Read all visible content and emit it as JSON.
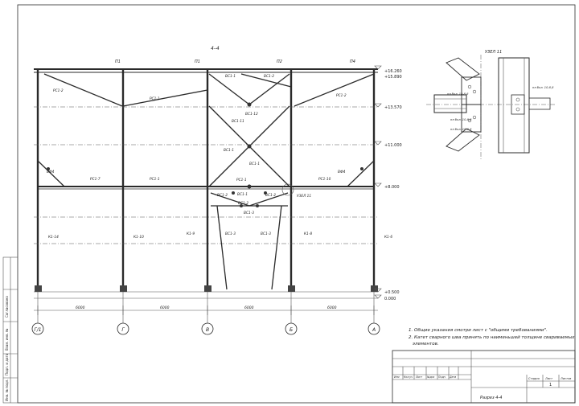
{
  "section_title": "4–4",
  "elevations": [
    "+16.260",
    "+15.890",
    "+13.570",
    "+11.000",
    "+8.000",
    "+0.500",
    "0.000"
  ],
  "top_markers": [
    "П1",
    "П1",
    "П2",
    "П4"
  ],
  "axes": [
    "Г/1",
    "Г",
    "В",
    "Б",
    "А"
  ],
  "spans": [
    "6000",
    "6000",
    "6000",
    "6000"
  ],
  "members": {
    "rs2_left": "РС1-2",
    "rs2_right": "РС1-2",
    "rs1_top_left": "РС1-1",
    "vs1_top": "ВС1-1",
    "vs2": "ВС1-2",
    "vs1_11": "ВС1-11",
    "vs1_12": "ВС1-12",
    "vs1_mid": "ВС1-1",
    "vs1_x": "ВС1-1",
    "rs7_left": "РС1-7",
    "rs1_mid_left": "РС1-1",
    "rs1_mid": "РС1-1",
    "rs10_right": "РС1-10",
    "vs_low": [
      "ВС1-2",
      "ВС1-1",
      "ВС1-2",
      "ВС1-2",
      "ВС1-3"
    ],
    "vs_diag": [
      "ВС1-3",
      "ВС1-3"
    ],
    "knot_left": "ВФ4",
    "knot_right": "ВФ4",
    "col_k1_14": "К1-14",
    "col_k1_10": "К1-10",
    "col_k1_9": "К1-9",
    "col_k1_8": "К1-8",
    "col_k1_6": "К1-6",
    "node_ref": "УЗЕЛ 11"
  },
  "detail": {
    "title": "УЗЕЛ 11",
    "plates": [
      "пл бол. 10-8,8",
      "пл бол. 10-8,8",
      "пл бол. 10-8,8",
      "пл бол. 10-8,8"
    ]
  },
  "notes": [
    "1. Общие указания смотри лист с \"общими требованиями\".",
    "2. Катет сварного шва принять по наименьшей толщине свариваемых",
    "элементов."
  ],
  "title_block": {
    "columns": [
      "Изм",
      "Кол.уч",
      "Лист",
      "№док",
      "Подп.",
      "Дата"
    ],
    "stage_headers": [
      "Стадия",
      "Лист",
      "Листов"
    ],
    "drawing_name": "Разрез 4-4",
    "sheet_num": "1"
  },
  "side_stamp": [
    "Согласовано",
    "Взам. инв. №",
    "Подп. и дата",
    "Инв. № подл."
  ]
}
